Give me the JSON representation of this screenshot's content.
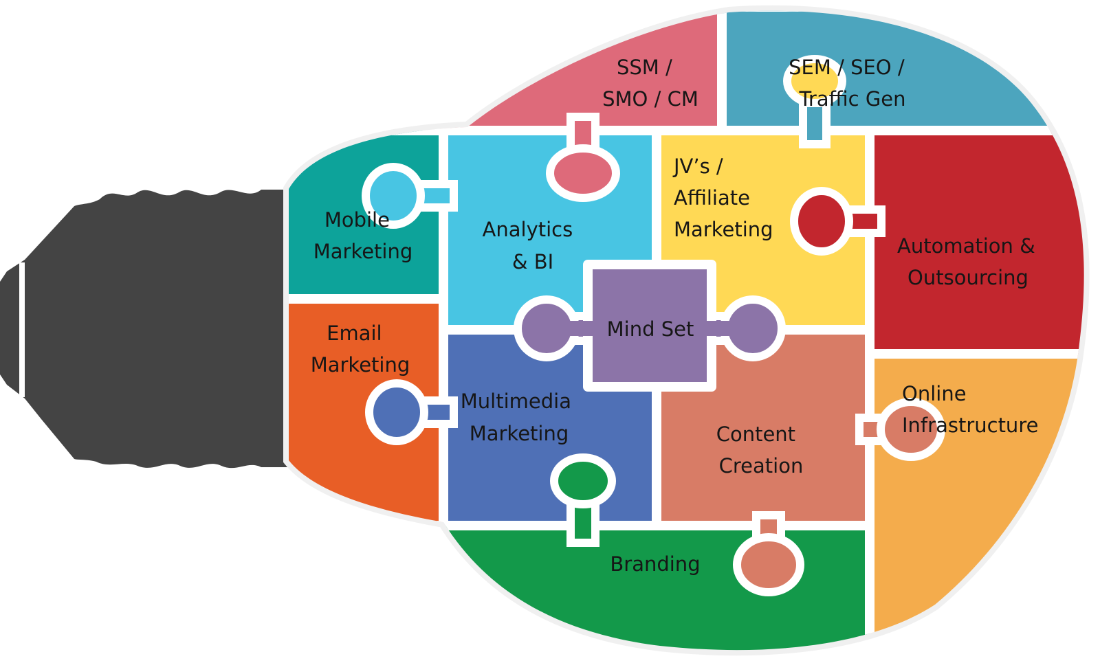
{
  "colors": {
    "background": "#ffffff",
    "base": "#444444",
    "bulb_outline": "#f0f0f0",
    "gap": "#ffffff",
    "text": "#161616"
  },
  "pieces": {
    "ssm": {
      "lines": [
        "SSM /",
        "SMO / CM"
      ],
      "color": "#DE6A7A"
    },
    "sem": {
      "lines": [
        "SEM / SEO /",
        "Traffic Gen"
      ],
      "color": "#4CA5BE"
    },
    "mobile": {
      "lines": [
        "Mobile",
        "Marketing"
      ],
      "color": "#0DA39A"
    },
    "analytics": {
      "lines": [
        "Analytics",
        "& BI"
      ],
      "color": "#48C5E3"
    },
    "jv": {
      "lines": [
        "JV’s /",
        "Affiliate",
        "Marketing"
      ],
      "color": "#FFD955"
    },
    "automation": {
      "lines": [
        "Automation &",
        "Outsourcing"
      ],
      "color": "#C2262E"
    },
    "mindset": {
      "lines": [
        "Mind Set"
      ],
      "color": "#8C74A8"
    },
    "email": {
      "lines": [
        "Email",
        "Marketing"
      ],
      "color": "#E85E26"
    },
    "multimedia": {
      "lines": [
        "Multimedia",
        "Marketing"
      ],
      "color": "#4F70B6"
    },
    "content": {
      "lines": [
        "Content",
        "Creation"
      ],
      "color": "#D87C66"
    },
    "online": {
      "lines": [
        "Online",
        "Infrastructure"
      ],
      "color": "#F4AC4C"
    },
    "branding": {
      "lines": [
        "Branding"
      ],
      "color": "#13994A"
    }
  }
}
